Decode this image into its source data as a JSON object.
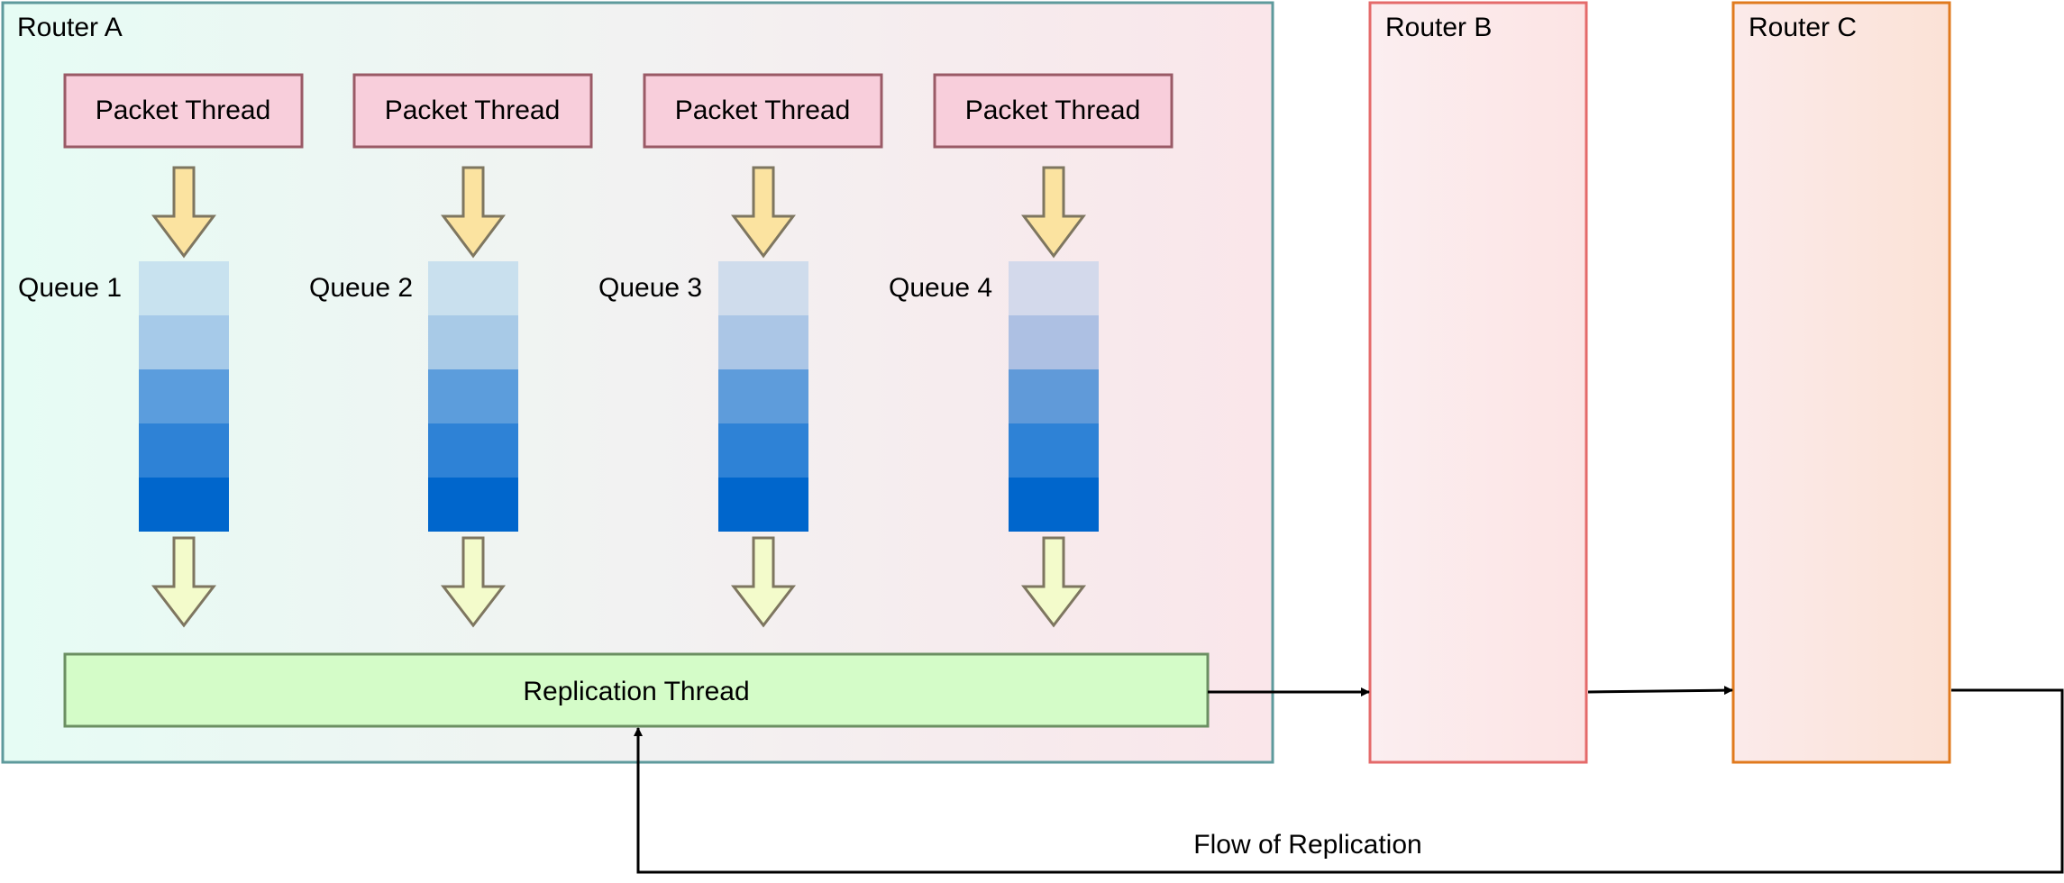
{
  "routers": {
    "a": {
      "label": "Router A"
    },
    "b": {
      "label": "Router B"
    },
    "c": {
      "label": "Router C"
    }
  },
  "packet_threads": [
    {
      "label": "Packet Thread"
    },
    {
      "label": "Packet Thread"
    },
    {
      "label": "Packet Thread"
    },
    {
      "label": "Packet Thread"
    }
  ],
  "queues": [
    {
      "label": "Queue 1"
    },
    {
      "label": "Queue 2"
    },
    {
      "label": "Queue 3"
    },
    {
      "label": "Queue 4"
    }
  ],
  "replication_thread": {
    "label": "Replication Thread"
  },
  "flow": {
    "label": "Flow of Replication"
  },
  "colors": {
    "router_a_border": "#5e9a9c",
    "router_b_border": "#e46a6a",
    "router_c_border": "#e07a1e",
    "packet_thread_fill": "#f8cedb",
    "packet_thread_border": "#9a5a66",
    "replication_fill": "#d4fcc8",
    "replication_border": "#6b8f62",
    "arrow_in_fill": "#fbe3a0",
    "arrow_out_fill": "#f3fbcb",
    "arrow_border": "#7e7660"
  }
}
